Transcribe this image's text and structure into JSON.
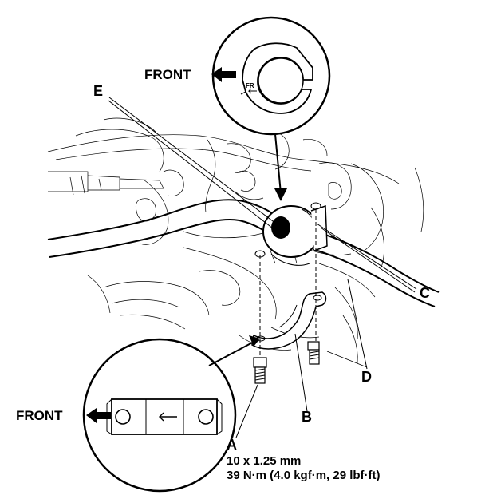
{
  "labels": {
    "front_top": "FRONT",
    "front_bottom": "FRONT",
    "fr_mark": "FR",
    "callout_a": "A",
    "callout_b": "B",
    "callout_c": "C",
    "callout_d": "D",
    "callout_e": "E"
  },
  "spec": {
    "line1": "10 x 1.25 mm",
    "line2": "39 N·m (4.0 kgf·m, 29 lbf·ft)"
  }
}
